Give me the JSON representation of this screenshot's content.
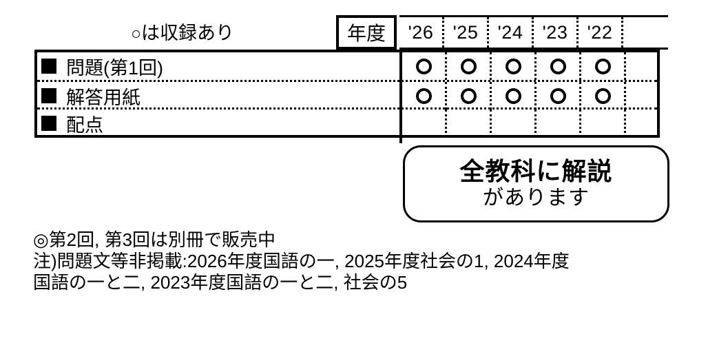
{
  "legend": {
    "ring_glyph": "○",
    "text": "は収録あり"
  },
  "table": {
    "year_header_label": "年度",
    "years": [
      "'26",
      "'25",
      "'24",
      "'23",
      "'22",
      ""
    ],
    "rows": [
      {
        "marker": "■",
        "label": "問題(第1回)",
        "marks": [
          "○",
          "○",
          "○",
          "○",
          "○",
          ""
        ]
      },
      {
        "marker": "■",
        "label": "解答用紙",
        "marks": [
          "○",
          "○",
          "○",
          "○",
          "○",
          ""
        ]
      },
      {
        "marker": "■",
        "label": "配点",
        "marks": [
          "",
          "",
          "",
          "",
          "",
          ""
        ]
      }
    ]
  },
  "callout": {
    "line1": "全教科に解説",
    "line2": "があります"
  },
  "notes": {
    "line1": "◎第2回, 第3回は別冊で販売中",
    "line2": "注)問題文等非掲載:2026年度国語の一, 2025年度社会の1, 2024年度",
    "line3": "国語の一と二, 2023年度国語の一と二, 社会の5"
  },
  "colors": {
    "ink": "#000000",
    "paper": "#ffffff"
  }
}
